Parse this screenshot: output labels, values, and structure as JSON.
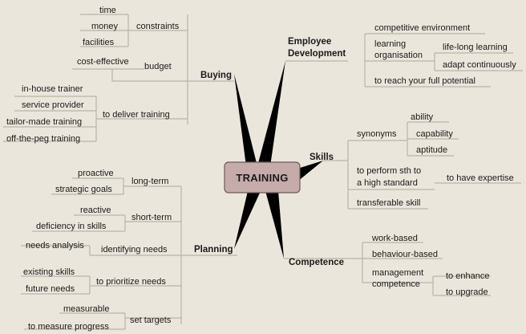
{
  "center": {
    "label": "TRAINING"
  },
  "branches": {
    "buying": {
      "label": "Buying",
      "constraints": {
        "label": "constraints",
        "items": [
          "time",
          "money",
          "facilities"
        ]
      },
      "budget": {
        "label": "budget",
        "items": [
          "cost-effective"
        ]
      },
      "deliver": {
        "label": "to deliver training",
        "items": [
          "in-house trainer",
          "service provider",
          "tailor-made training",
          "off-the-peg training"
        ]
      }
    },
    "employee": {
      "label_line1": "Employee",
      "label_line2": "Development",
      "competitive": "competitive environment",
      "learning_line1": "learning",
      "learning_line2": "organisation",
      "lifelong": "life-long learning",
      "adapt": "adapt continuously",
      "potential": "to reach your full potential"
    },
    "skills": {
      "label": "Skills",
      "synonyms": {
        "label": "synonyms",
        "items": [
          "ability",
          "capability",
          "aptitude"
        ]
      },
      "perform_line1": "to perform sth to",
      "perform_line2": "a high standard",
      "expertise": "to have expertise",
      "transferable": "transferable skill"
    },
    "planning": {
      "label": "Planning",
      "longterm": {
        "label": "long-term",
        "items": [
          "proactive",
          "strategic goals"
        ]
      },
      "shortterm": {
        "label": "short-term",
        "items": [
          "reactive",
          "deficiency in skills"
        ]
      },
      "identifying": {
        "label": "identifying needs",
        "items": [
          "needs analysis"
        ]
      },
      "prioritize": {
        "label": "to prioritize needs",
        "items": [
          "existing skills",
          "future needs"
        ]
      },
      "targets": {
        "label": "set targets",
        "items": [
          "measurable",
          "to measure progress"
        ]
      }
    },
    "competence": {
      "label": "Competence",
      "workbased": "work-based",
      "behaviour": "behaviour-based",
      "management_line1": "management",
      "management_line2": "competence",
      "enhance": "to enhance",
      "upgrade": "to upgrade"
    }
  },
  "colors": {
    "background": "#ebe6dc",
    "center_fill": "#c6abab",
    "center_stroke": "#6e5a5a",
    "connector": "#b9b3a7",
    "spike": "#000000",
    "text": "#1a1a1a"
  }
}
